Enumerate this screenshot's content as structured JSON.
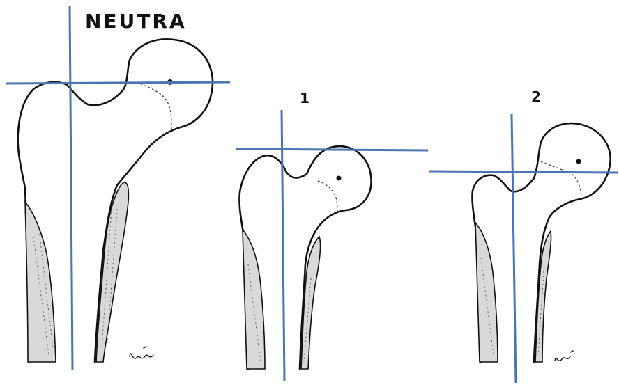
{
  "figures": [
    {
      "label": "NEUTRA"
    },
    {
      "label": "1"
    },
    {
      "label": "2"
    }
  ],
  "colors": {
    "reference_line": "#4a74b4",
    "outline": "#111111",
    "background": "#ffffff"
  }
}
